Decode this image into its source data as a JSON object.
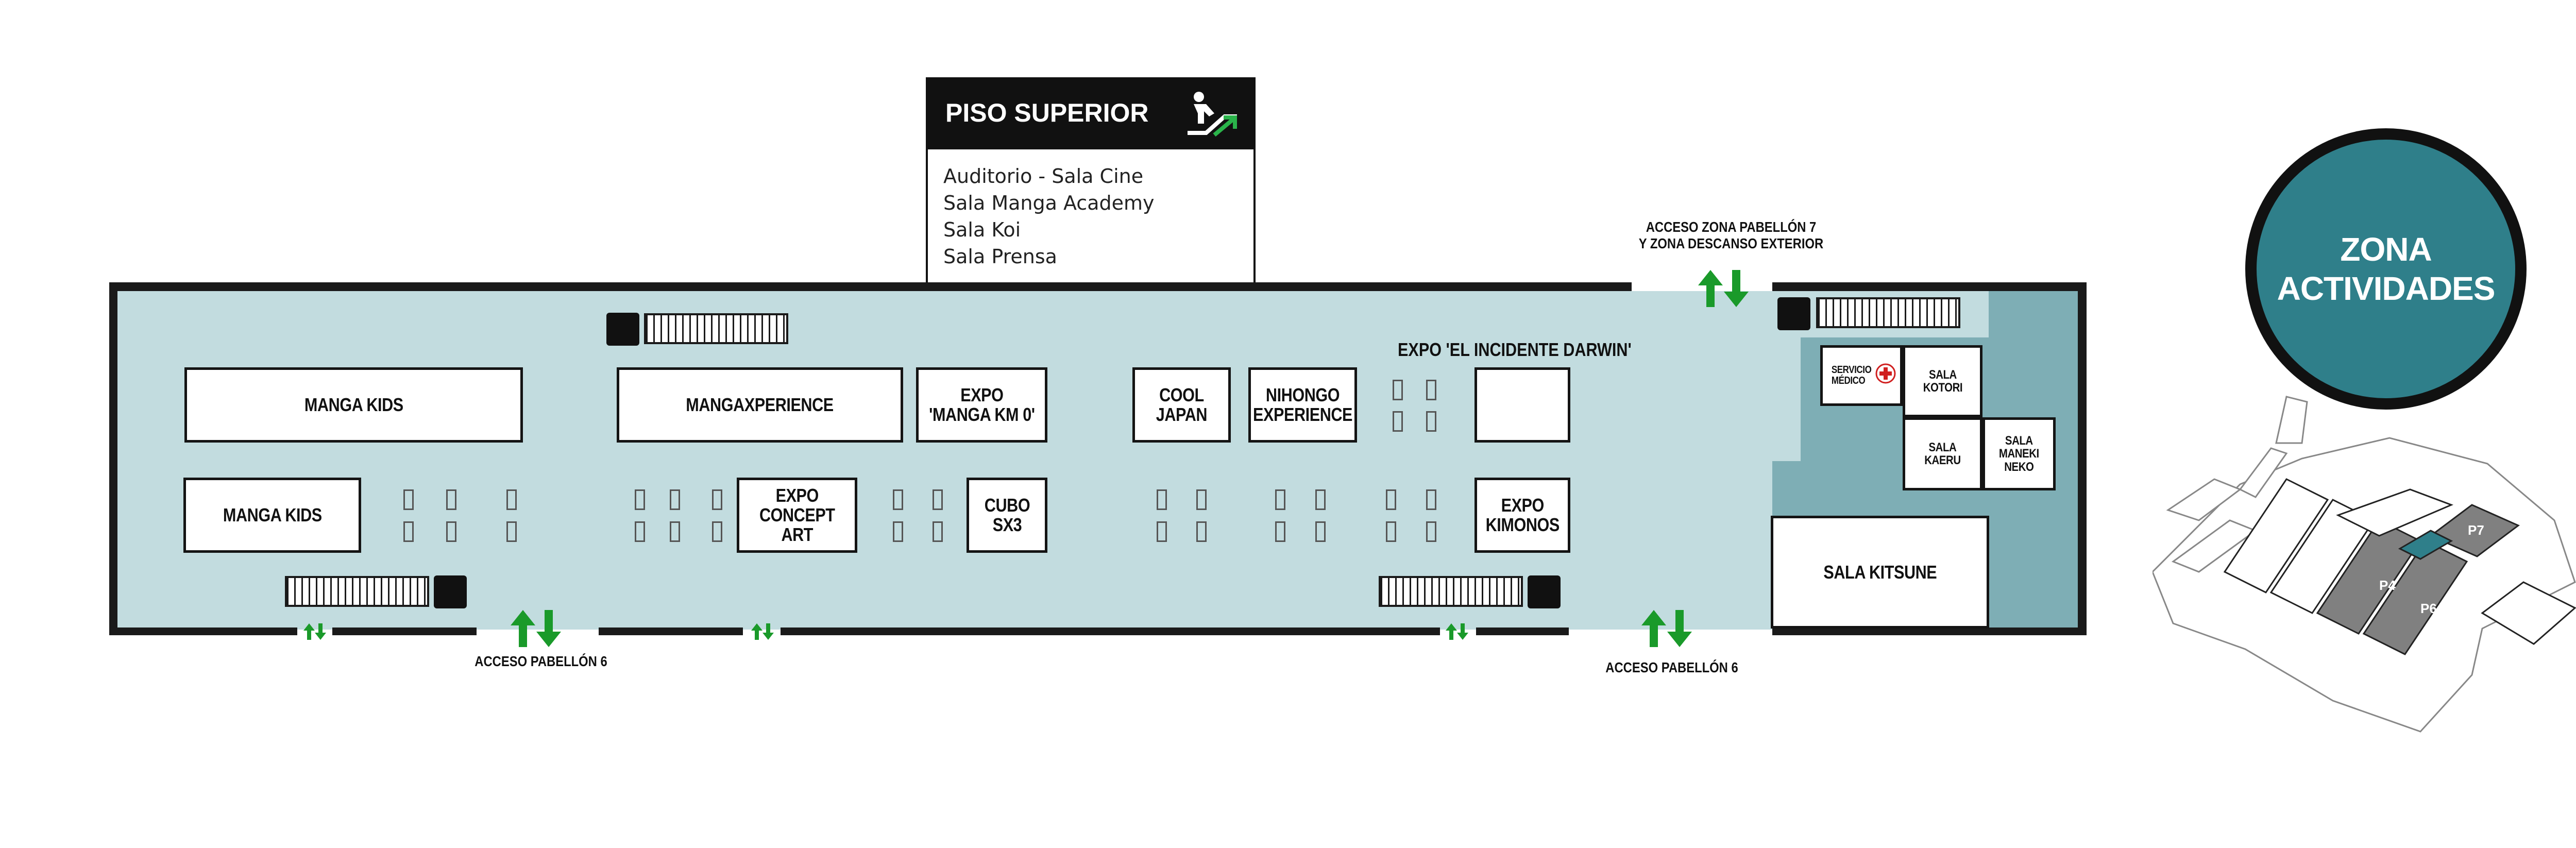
{
  "upper_floor": {
    "title": "PISO SUPERIOR",
    "rooms": [
      "Auditorio - Sala Cine",
      "Sala Manga Academy",
      "Sala Koi",
      "Sala Prensa"
    ]
  },
  "rooms": {
    "manga_kids_1": "MANGA KIDS",
    "manga_kids_2": "MANGA KIDS",
    "mangaxperience": "MANGAXPERIENCE",
    "expo_manga_km0": "EXPO\n'MANGA KM 0'",
    "cool_japan": "COOL\nJAPAN",
    "nihongo": "NIHONGO\nEXPERIENCE",
    "expo_concept_art": "EXPO\nCONCEPT\nART",
    "cubo_sx3": "CUBO\nSX3",
    "expo_kimonos": "EXPO\nKIMONOS",
    "servicio_medico": "SERVICIO\nMÉDICO",
    "sala_kotori": "SALA\nKOTORI",
    "sala_kaeru": "SALA\nKAERU",
    "sala_maneki_neko": "SALA\nMANEKI\nNEKO",
    "sala_kitsune": "SALA KITSUNE"
  },
  "labels": {
    "expo_darwin": "EXPO 'EL INCIDENTE DARWIN'",
    "acceso_p7": "ACCESO ZONA PABELLÓN 7\nY ZONA DESCANSO EXTERIOR",
    "acceso_p6_left": "ACCESO PABELLÓN 6",
    "acceso_p6_right": "ACCESO PABELLÓN 6"
  },
  "zone_badge": "ZONA\nACTIVIDADES",
  "minimap": {
    "pavilions": [
      "P4",
      "P6",
      "P7"
    ]
  },
  "colors": {
    "floor": "#c2dcdf",
    "zone_dark": "#7eaeb5",
    "badge": "#2f7f8a",
    "arrow": "#1a9a2a",
    "pavilion_highlight": "#808080",
    "walkway": "#2f7f8a"
  },
  "icons": [
    "escalator-icon",
    "first-aid-cross-icon",
    "stairs-icon",
    "access-arrows-icon"
  ]
}
